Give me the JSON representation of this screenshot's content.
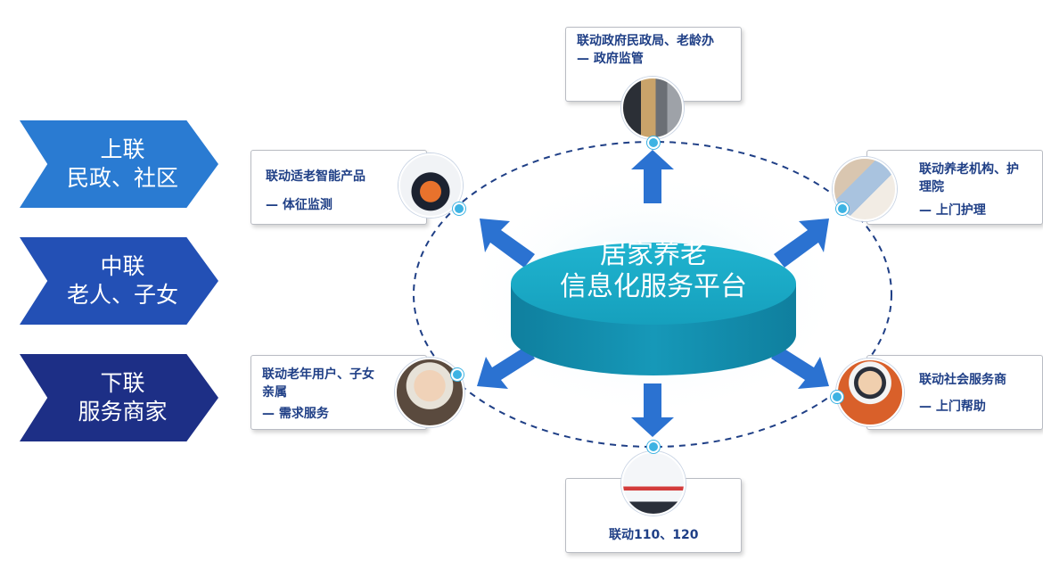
{
  "chevrons": [
    {
      "line1": "上联",
      "line2": "民政、社区",
      "color": "#2a7bd2"
    },
    {
      "line1": "中联",
      "line2": "老人、子女",
      "color": "#2350b5"
    },
    {
      "line1": "下联",
      "line2": "服务商家",
      "color": "#1d2f86"
    }
  ],
  "platform": {
    "line1": "居家养老",
    "line2": "信息化服务平台"
  },
  "cards": {
    "gov": {
      "line1": "联动政府民政局、老龄办",
      "line2": "— 政府监管"
    },
    "products": {
      "line1": "联动适老智能产品",
      "line2": "— 体征监测"
    },
    "care": {
      "line1": "联动养老机构、护",
      "line2": "理院",
      "line3": "— 上门护理"
    },
    "elderly": {
      "line1": "联动老年用户、子女",
      "line2": "亲属",
      "line3": "— 需求服务"
    },
    "social": {
      "line1": "联动社会服务商",
      "line2": "— 上门帮助"
    },
    "emergency": {
      "line1": "联动110、120"
    }
  },
  "colors": {
    "card_text": "#1f3f86",
    "dot": "#3db3e3",
    "cylinder": "#1aa2bf"
  }
}
